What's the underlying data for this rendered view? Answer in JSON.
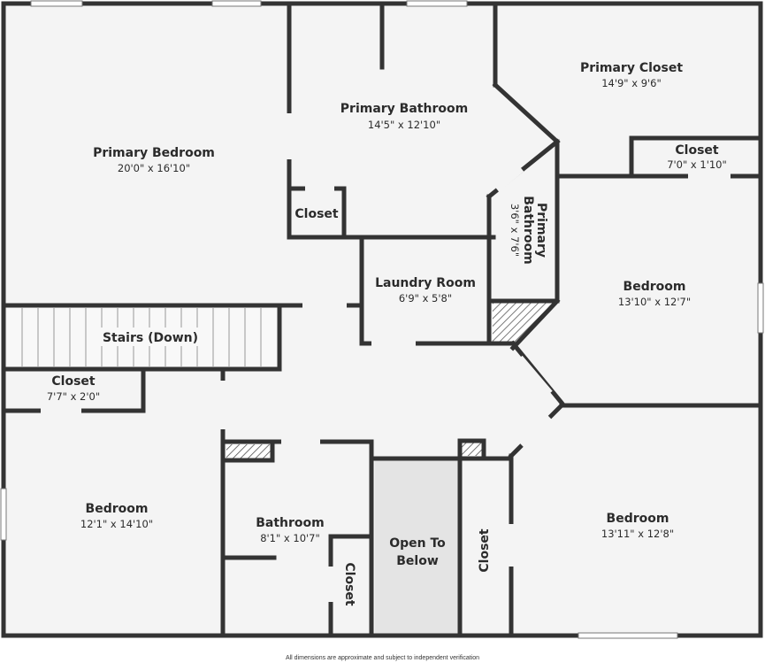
{
  "plan": {
    "colors": {
      "wall": "#333333",
      "floor": "#f4f4f4",
      "open_to_below": "#e4e4e4",
      "window": "#ffffff",
      "text": "#2b2b2b"
    },
    "rooms": {
      "primary_bedroom": {
        "name": "Primary Bedroom",
        "dims": "20'0\" x 16'10\""
      },
      "primary_bathroom": {
        "name": "Primary Bathroom",
        "dims": "14'5\" x 12'10\""
      },
      "primary_closet": {
        "name": "Primary Closet",
        "dims": "14'9\" x 9'6\""
      },
      "closet_top_right": {
        "name": "Closet",
        "dims": "7'0\" x 1'10\""
      },
      "closet_primary_bath": {
        "name": "Closet"
      },
      "primary_bathroom_small": {
        "name_line1": "Primary",
        "name_line2": "Bathroom",
        "dims": "3'6\" x 7'6\""
      },
      "laundry_room": {
        "name": "Laundry Room",
        "dims": "6'9\" x 5'8\""
      },
      "bedroom_right": {
        "name": "Bedroom",
        "dims": "13'10\" x 12'7\""
      },
      "stairs": {
        "name": "Stairs (Down)"
      },
      "closet_left": {
        "name": "Closet",
        "dims": "7'7\" x 2'0\""
      },
      "bedroom_bottom_left": {
        "name": "Bedroom",
        "dims": "12'1\" x 14'10\""
      },
      "bathroom": {
        "name": "Bathroom",
        "dims": "8'1\" x 10'7\""
      },
      "closet_bathroom": {
        "name": "Closet"
      },
      "open_to_below": {
        "name_line1": "Open To",
        "name_line2": "Below"
      },
      "closet_center": {
        "name": "Closet"
      },
      "bedroom_bottom_right": {
        "name": "Bedroom",
        "dims": "13'11\" x 12'8\""
      }
    },
    "footer": "All dimensions are approximate and subject to independent verification"
  }
}
